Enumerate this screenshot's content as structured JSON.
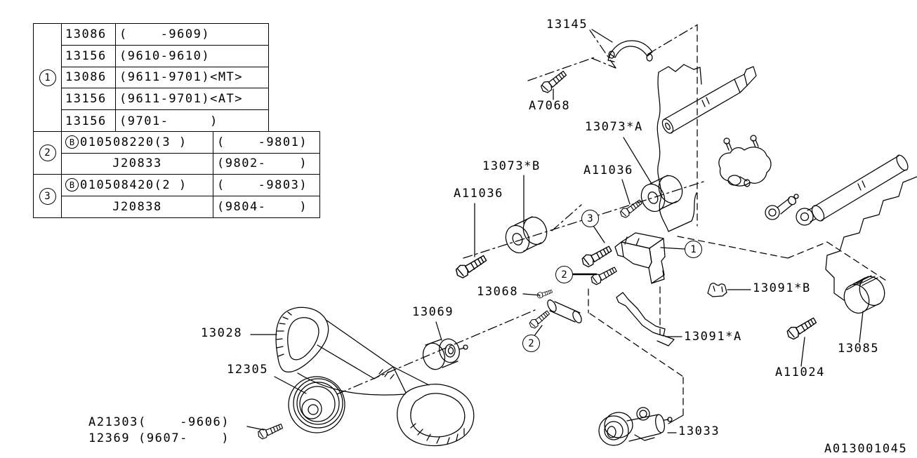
{
  "document": {
    "diagram_id": "A013001045",
    "background": "#ffffff",
    "line_color": "#000000"
  },
  "parts_table": {
    "groups": [
      {
        "ref": "1",
        "rows": [
          {
            "part": "13086",
            "range": "(    -9609)"
          },
          {
            "part": "13156",
            "range": "(9610-9610)"
          },
          {
            "part": "13086",
            "range": "(9611-9701)<MT>"
          },
          {
            "part": "13156",
            "range": "(9611-9701)<AT>"
          },
          {
            "part": "13156",
            "range": "(9701-     )"
          }
        ]
      },
      {
        "ref": "2",
        "rows": [
          {
            "prefix": "B",
            "part": "010508220(3 )",
            "range": "(    -9801)"
          },
          {
            "part": "J20833",
            "range": "(9802-    )"
          }
        ]
      },
      {
        "ref": "3",
        "rows": [
          {
            "prefix": "B",
            "part": "010508420(2 )",
            "range": "(    -9803)"
          },
          {
            "part": "J20838",
            "range": "(9804-    )"
          }
        ]
      }
    ]
  },
  "diagram": {
    "labels": {
      "l13145": "13145",
      "a7068": "A7068",
      "l13073a": "13073*A",
      "a11036r": "A11036",
      "l13073b": "13073*B",
      "a11036l": "A11036",
      "l13068": "13068",
      "l13069": "13069",
      "l13028": "13028",
      "l12305": "12305",
      "a21303": "A21303(    -9606)",
      "l12369": "12369 (9607-    )",
      "l13091b": "13091*B",
      "l13091a": "13091*A",
      "l13085": "13085",
      "a11024": "A11024",
      "l13033": "13033"
    },
    "callouts": {
      "c1": "1",
      "c2": "2",
      "c3": "3"
    }
  }
}
